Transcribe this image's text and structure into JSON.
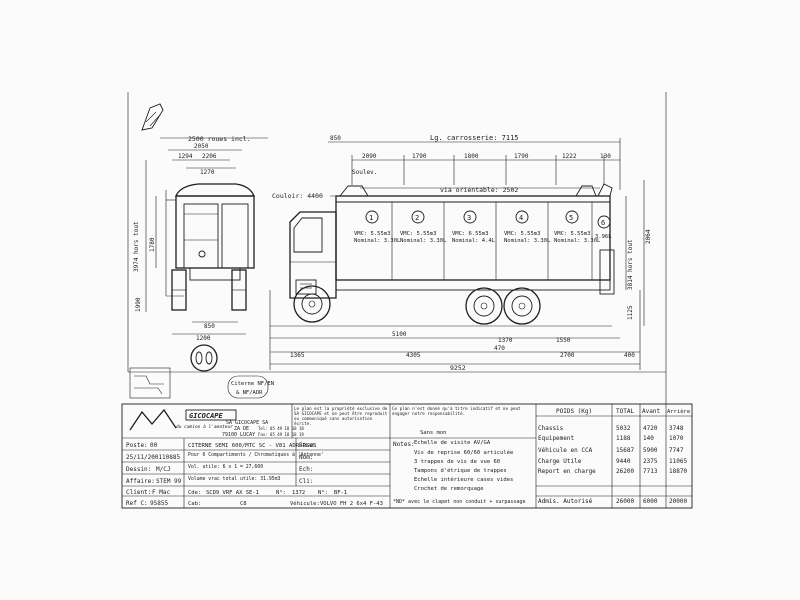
{
  "dims": {
    "front_width": "2500 roues incl.",
    "front_inner": "2050",
    "front_a": "1294",
    "front_b": "2206",
    "front_c": "1270",
    "front_d": "1780",
    "front_e": "1200",
    "rear_overhang": "850",
    "wheelbase_label": "Lg. carrosserie: 7115",
    "seg1": "2090",
    "seg2": "1790",
    "seg3": "1800",
    "seg4": "1790",
    "seg5": "1222",
    "seg_end": "130",
    "couloir": "Couloir: 4400",
    "via_label": "via orientable: 2502",
    "bottom_a": "1365",
    "bottom_b": "4305",
    "bottom_c": "1370",
    "bottom_d": "1550",
    "bottom_e": "2700",
    "bottom_f": "400",
    "bottom_total": "9252",
    "bottom_g": "5100",
    "bottom_h": "470",
    "height_total": "3974 hors tout",
    "height_a": "1990",
    "height_b": "2064",
    "height_c": "1125",
    "height_d": "3814 hors tout"
  },
  "compartments": [
    {
      "num": "1",
      "line1": "VMC: 5.55m3",
      "line2": "Nominal: 3.30L"
    },
    {
      "num": "2",
      "line1": "VMC: 5.55m3",
      "line2": "Nominal: 3.30L"
    },
    {
      "num": "3",
      "line1": "VMC: 6.55m3",
      "line2": "Nominal: 4.4L"
    },
    {
      "num": "4",
      "line1": "VMC: 5.55m3",
      "line2": "Nominal: 3.30L"
    },
    {
      "num": "5",
      "line1": "VMC: 5.55m3",
      "line2": "Nominal: 3.30L"
    },
    {
      "num": "6",
      "line1": "3.96L",
      "line2": ""
    }
  ],
  "labels": {
    "stamp1": "Citerne NF/EN",
    "stamp2": "& NF/ADR",
    "soulevement": "Soulev."
  },
  "title_block": {
    "logo": "GICOCAPE",
    "logo_tag": "du camion à l'amateur",
    "company_name": "SA GICOCAPE SA",
    "company_addr1": "ZA DE",
    "company_addr2": "79100 LUCAY",
    "tel_lines": [
      "Tel: 05 49 18 18 18",
      "Fax: 05 49 18 18 19"
    ],
    "notice": "Le plan est la propriété exclusive de SA GICOCAPE et ne peut être reproduit ou communiqué sans autorisation écrite.",
    "notice2": "Ce plan n'est donné qu'à titre indicatif et ne peut engager notre responsabilité.",
    "poste_label": "Poste:",
    "poste_value": "00",
    "date": "25/11/2001",
    "ref": "10885",
    "dessin_label": "Dessin:",
    "dessin_value": "M/CJ",
    "affaire_label": "Affaire:",
    "affaire_value": "STEM 99",
    "client_label": "Client:",
    "client_value": "F Mac",
    "ref_client_label": "Ref C:",
    "ref_client_value": "95855",
    "titre_line1": "CITERNE SEMI 600/MTC SC - V81 ADR-PLUS",
    "titre_line2": "Pour 6 Compartiments / Chromatiques à 'Antenne'",
    "titre_line3": "Vol. utile: 6 x 1 = 27,600",
    "titre_line4": "Volume vrac total utile: 31.95m3",
    "base_label": "Base:",
    "nom_label": "Nom:",
    "ech_label": "Ech:",
    "cli_label": "Cli:",
    "chassis_label": "Cde:",
    "chassis_value": "SCD9 VRF AX SE-1",
    "version_label": "N°:",
    "version_value": "1372",
    "nb_label": "N°:",
    "nb_value": "BF-1",
    "vehicule_label": "Véhicule:",
    "vehicule_value": "VOLVO FH 2 6x4 F-43",
    "cab_label": "Cab:",
    "cab_value": "C8",
    "notes_title": "Notes:",
    "notes": [
      "Sans mon",
      "Echelle de visite AV/GA",
      "Vis de reprise 60/60 articulée",
      "3 trappes de vis de vue 60",
      "Tampons d'étrique de trappes",
      "Echelle intérieure cases vides",
      "Crochet de remorquage"
    ],
    "footnote": "*ND* avec le clapet non conduit + surpassage"
  },
  "weights": {
    "header": [
      "POIDS (Kg)",
      "TOTAL",
      "Avant",
      "Arrière"
    ],
    "rows": [
      {
        "label": "Chassis",
        "total": "5032",
        "avant": "4720",
        "arriere": "3748"
      },
      {
        "label": "Equipement",
        "total": "1188",
        "avant": "140",
        "arriere": "1070"
      },
      {
        "label": "Véhicule en CCA",
        "total": "15687",
        "avant": "5900",
        "arriere": "7747"
      },
      {
        "label": "Charge Utile",
        "total": "9440",
        "avant": "2375",
        "arriere": "11065"
      },
      {
        "label": "Report en charge",
        "total": "26200",
        "avant": "7713",
        "arriere": "18870"
      }
    ],
    "admis_label": "Admis. Autorisé",
    "admis_total": "26000",
    "admis_avant": "6000",
    "admis_arriere": "20000"
  }
}
